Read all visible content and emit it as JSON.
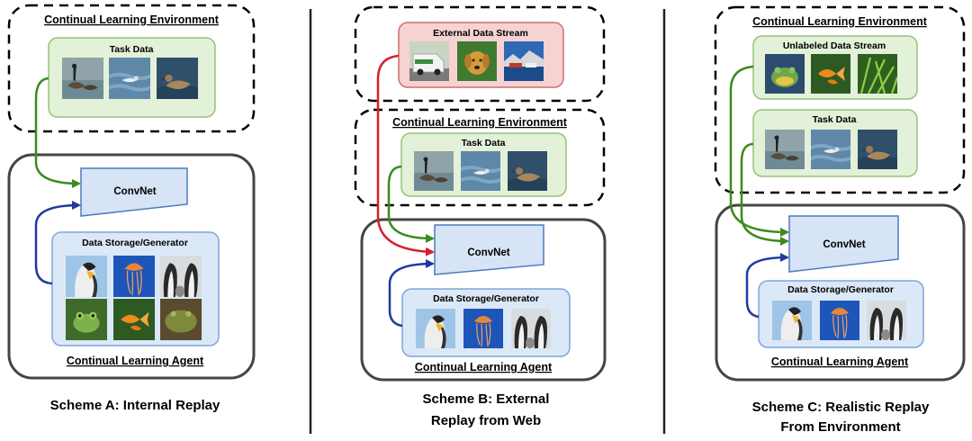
{
  "schemes": [
    {
      "environment_label": "Continual Learning Environment",
      "task_data_label": "Task Data",
      "model_label": "ConvNet",
      "storage_label": "Data Storage/Generator",
      "agent_label": "Continual Learning Agent",
      "caption_lines": [
        "Scheme A: Internal Replay"
      ]
    },
    {
      "external_stream_label": "External Data Stream",
      "environment_label": "Continual Learning Environment",
      "task_data_label": "Task Data",
      "model_label": "ConvNet",
      "storage_label": "Data Storage/Generator",
      "agent_label": "Continual Learning Agent",
      "caption_lines": [
        "Scheme B: External",
        "Replay from Web"
      ]
    },
    {
      "environment_label": "Continual Learning Environment",
      "unlabeled_stream_label": "Unlabeled Data Stream",
      "task_data_label": "Task Data",
      "model_label": "ConvNet",
      "storage_label": "Data Storage/Generator",
      "agent_label": "Continual Learning Agent",
      "caption_lines": [
        "Scheme C: Realistic Replay",
        "From Environment"
      ]
    }
  ],
  "colors": {
    "task_box_fill": "#e3f1d9",
    "task_box_stroke": "#96c27a",
    "storage_box_fill": "#dbe8f7",
    "storage_box_stroke": "#7ea6d8",
    "external_box_fill": "#f6d2d2",
    "external_box_stroke": "#cf6f6f",
    "convnet_fill": "#d6e4f6",
    "convnet_stroke": "#4d7bbf",
    "green_arrow": "#3b8a1e",
    "blue_arrow": "#1f3a9e",
    "red_arrow": "#d2232a"
  }
}
